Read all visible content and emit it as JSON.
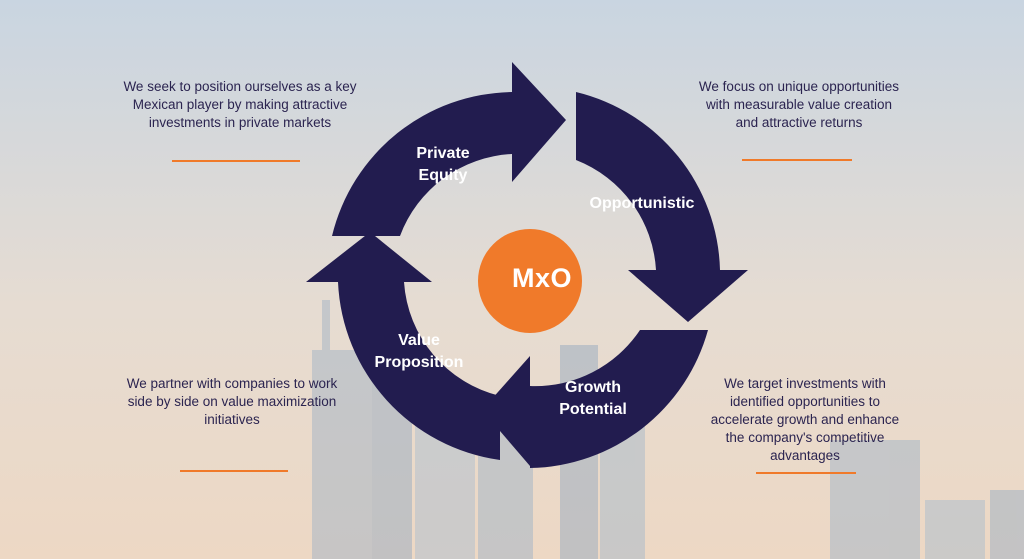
{
  "colors": {
    "navy": "#221c4f",
    "accent": "#f07a2a",
    "text": "#2b2450",
    "sky_top": "#c9d6e2",
    "sky_bottom": "#ecd9c6"
  },
  "center_logo": {
    "text": "MxO"
  },
  "segments": [
    {
      "id": "private-equity",
      "label_line1": "Private",
      "label_line2": "Equity"
    },
    {
      "id": "opportunistic",
      "label_line1": "Opportunistic",
      "label_line2": ""
    },
    {
      "id": "growth-potential",
      "label_line1": "Growth",
      "label_line2": "Potential"
    },
    {
      "id": "value-proposition",
      "label_line1": "Value",
      "label_line2": "Proposition"
    }
  ],
  "descriptions": {
    "top_left": [
      "We seek to position ourselves as a key",
      "Mexican player by making attractive",
      "investments in private markets"
    ],
    "top_right": [
      "We focus on unique opportunities",
      "with measurable value creation",
      "and attractive returns"
    ],
    "bottom_left": [
      "We partner with companies to work",
      "side by side on value maximization",
      "initiatives"
    ],
    "bottom_right": [
      "We target investments with",
      "identified opportunities to",
      "accelerate growth and enhance",
      "the company's competitive",
      "advantages"
    ]
  }
}
